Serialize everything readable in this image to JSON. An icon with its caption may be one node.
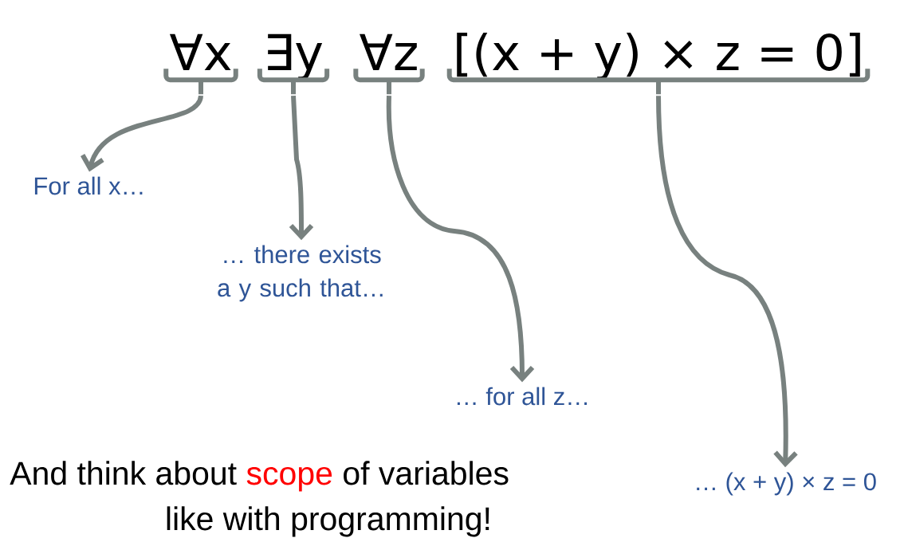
{
  "diagram": {
    "nodes": [
      {
        "text": [
          "∀x"
        ]
      },
      {
        "text": [
          "∃y"
        ]
      },
      {
        "text": [
          "∀z"
        ]
      },
      {
        "text": [
          "[(x + y) × z = 0]"
        ]
      },
      {
        "text": [
          "For all x…"
        ]
      },
      {
        "text": [
          "… there exists a y such that…"
        ]
      },
      {
        "text": [
          "… for all z…"
        ]
      },
      {
        "text": [
          "… (x + y) ×  z = 0"
        ]
      }
    ],
    "edges": [
      {
        "from": 0,
        "to": 4,
        "arrow": "to"
      },
      {
        "from": 1,
        "to": 5,
        "arrow": "to"
      },
      {
        "from": 2,
        "to": 6,
        "arrow": "to"
      },
      {
        "from": 3,
        "to": 7,
        "arrow": "to"
      }
    ],
    "labels": [
      "And think about",
      "scope",
      "of variables",
      "like with programming!"
    ]
  }
}
